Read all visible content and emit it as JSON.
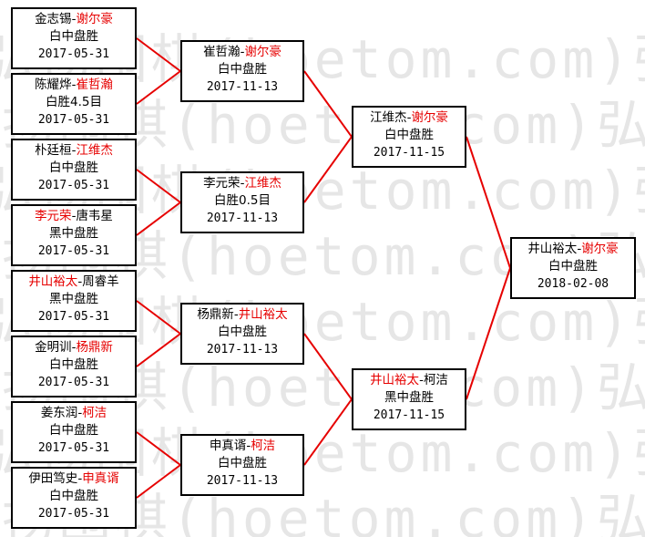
{
  "watermark": [
    "弘扬围棋(hoetom.com)弘扬",
    "弘扬围棋(hoetom.com)弘扬",
    "弘扬围棋(hoetom.com)弘扬",
    "弘扬围棋(hoetom.com)弘扬",
    "弘扬围棋(hoetom.com)弘扬",
    "弘扬围棋(hoetom.com)弘扬",
    "弘扬围棋(hoetom.com)弘扬",
    "弘扬围棋(hoetom.com)弘扬"
  ],
  "colors": {
    "line": "#e60000",
    "winner": "#e60000",
    "border": "#000000"
  },
  "rounds": [
    [
      {
        "p1": "金志锡",
        "p2": "谢尔豪",
        "winner": 2,
        "result": "白中盘胜",
        "date": "2017-05-31"
      },
      {
        "p1": "陈耀烨",
        "p2": "崔哲瀚",
        "winner": 2,
        "result": "白胜4.5目",
        "date": "2017-05-31"
      },
      {
        "p1": "朴廷桓",
        "p2": "江维杰",
        "winner": 2,
        "result": "白中盘胜",
        "date": "2017-05-31"
      },
      {
        "p1": "李元荣",
        "p2": "唐韦星",
        "winner": 1,
        "result": "黑中盘胜",
        "date": "2017-05-31"
      },
      {
        "p1": "井山裕太",
        "p2": "周睿羊",
        "winner": 1,
        "result": "黑中盘胜",
        "date": "2017-05-31"
      },
      {
        "p1": "金明训",
        "p2": "杨鼎新",
        "winner": 2,
        "result": "白中盘胜",
        "date": "2017-05-31"
      },
      {
        "p1": "姜东润",
        "p2": "柯洁",
        "winner": 2,
        "result": "白中盘胜",
        "date": "2017-05-31"
      },
      {
        "p1": "伊田笃史",
        "p2": "申真谞",
        "winner": 2,
        "result": "白中盘胜",
        "date": "2017-05-31"
      }
    ],
    [
      {
        "p1": "崔哲瀚",
        "p2": "谢尔豪",
        "winner": 2,
        "result": "白中盘胜",
        "date": "2017-11-13"
      },
      {
        "p1": "李元荣",
        "p2": "江维杰",
        "winner": 2,
        "result": "白胜0.5目",
        "date": "2017-11-13"
      },
      {
        "p1": "杨鼎新",
        "p2": "井山裕太",
        "winner": 2,
        "result": "白中盘胜",
        "date": "2017-11-13"
      },
      {
        "p1": "申真谞",
        "p2": "柯洁",
        "winner": 2,
        "result": "白中盘胜",
        "date": "2017-11-13"
      }
    ],
    [
      {
        "p1": "江维杰",
        "p2": "谢尔豪",
        "winner": 2,
        "result": "白中盘胜",
        "date": "2017-11-15"
      },
      {
        "p1": "井山裕太",
        "p2": "柯洁",
        "winner": 1,
        "result": "黑中盘胜",
        "date": "2017-11-15"
      }
    ],
    [
      {
        "p1": "井山裕太",
        "p2": "谢尔豪",
        "winner": 2,
        "result": "白中盘胜",
        "date": "2018-02-08"
      }
    ]
  ]
}
